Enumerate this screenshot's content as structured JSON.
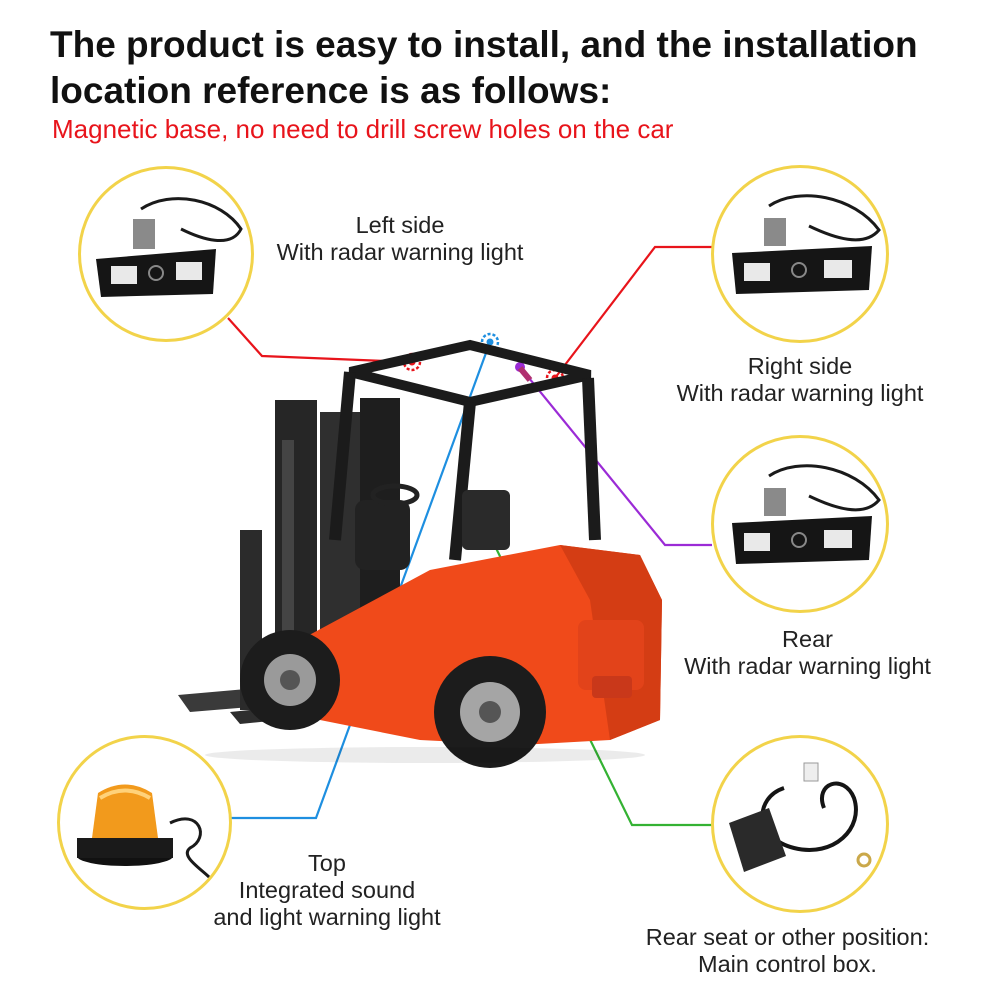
{
  "header": {
    "title_line1": "The product is easy to install, and the installation",
    "title_line2": "location reference is as follows:",
    "subtitle": "Magnetic base, no need to drill screw holes on the car"
  },
  "callouts": {
    "left_side": {
      "line1": "Left side",
      "line2": "With radar warning light"
    },
    "right_side": {
      "line1": "Right side",
      "line2": "With radar warning light"
    },
    "rear": {
      "line1": "Rear",
      "line2": "With radar warning light"
    },
    "top": {
      "line1": "Top",
      "line2": "Integrated sound",
      "line3": "and light warning light"
    },
    "control_box": {
      "line1": "Rear seat or other position:",
      "line2": "Main control box."
    }
  },
  "colors": {
    "title": "#111111",
    "subtitle": "#e8141b",
    "bubble_border": "#f2d34a",
    "left_line": "#e8141b",
    "right_line": "#e8141b",
    "rear_line": "#9b2bd6",
    "top_line": "#1e8fe0",
    "box_line": "#34b233",
    "forklift_body": "#f04a1a"
  },
  "icons": [
    "radar-warning-light-icon",
    "beacon-light-icon",
    "control-box-icon",
    "forklift-image"
  ]
}
